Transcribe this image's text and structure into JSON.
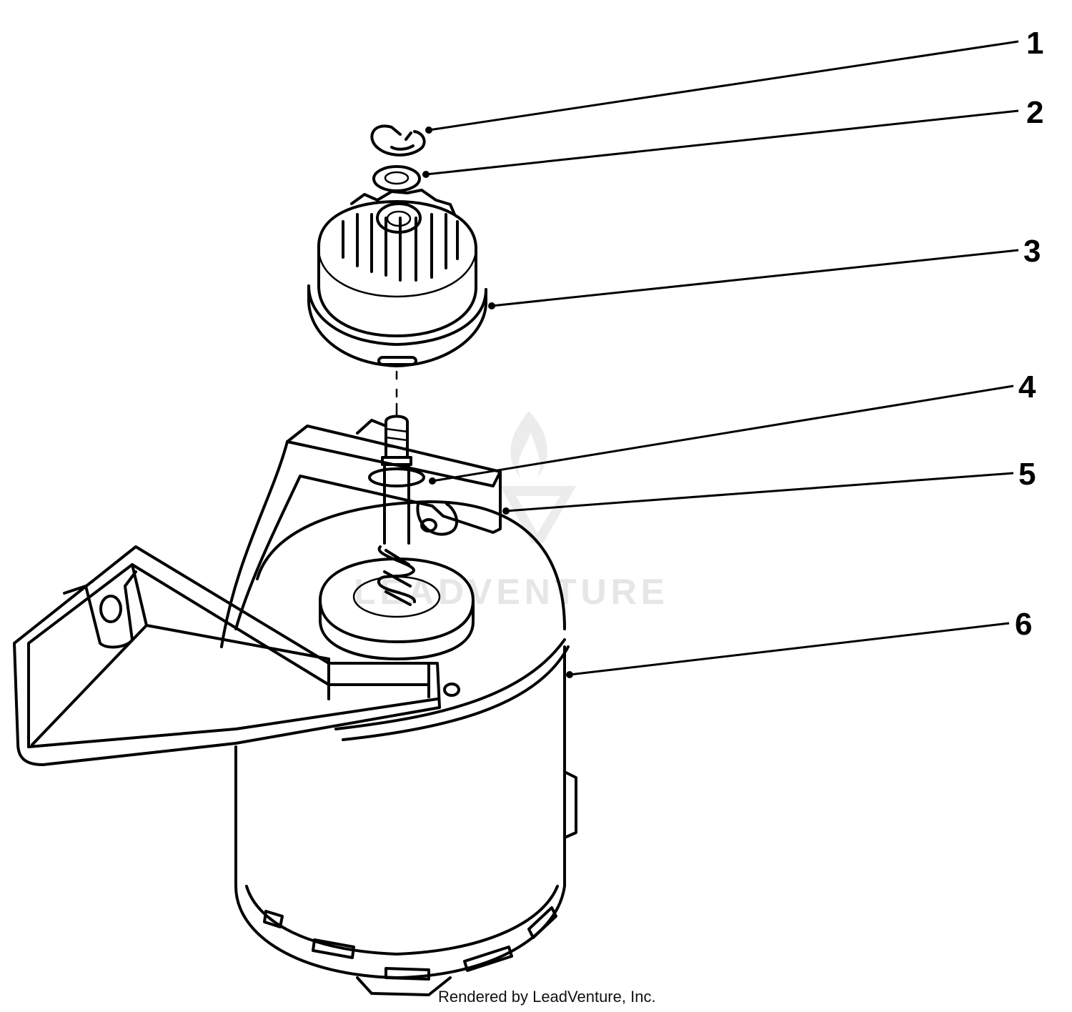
{
  "callouts": [
    "1",
    "2",
    "3",
    "4",
    "5",
    "6"
  ],
  "credit": "Rendered by LeadVenture, Inc.",
  "watermark": "LEADVENTURE",
  "colors": {
    "line": "#000000",
    "background": "#ffffff",
    "watermark": "#e6e6e6"
  }
}
